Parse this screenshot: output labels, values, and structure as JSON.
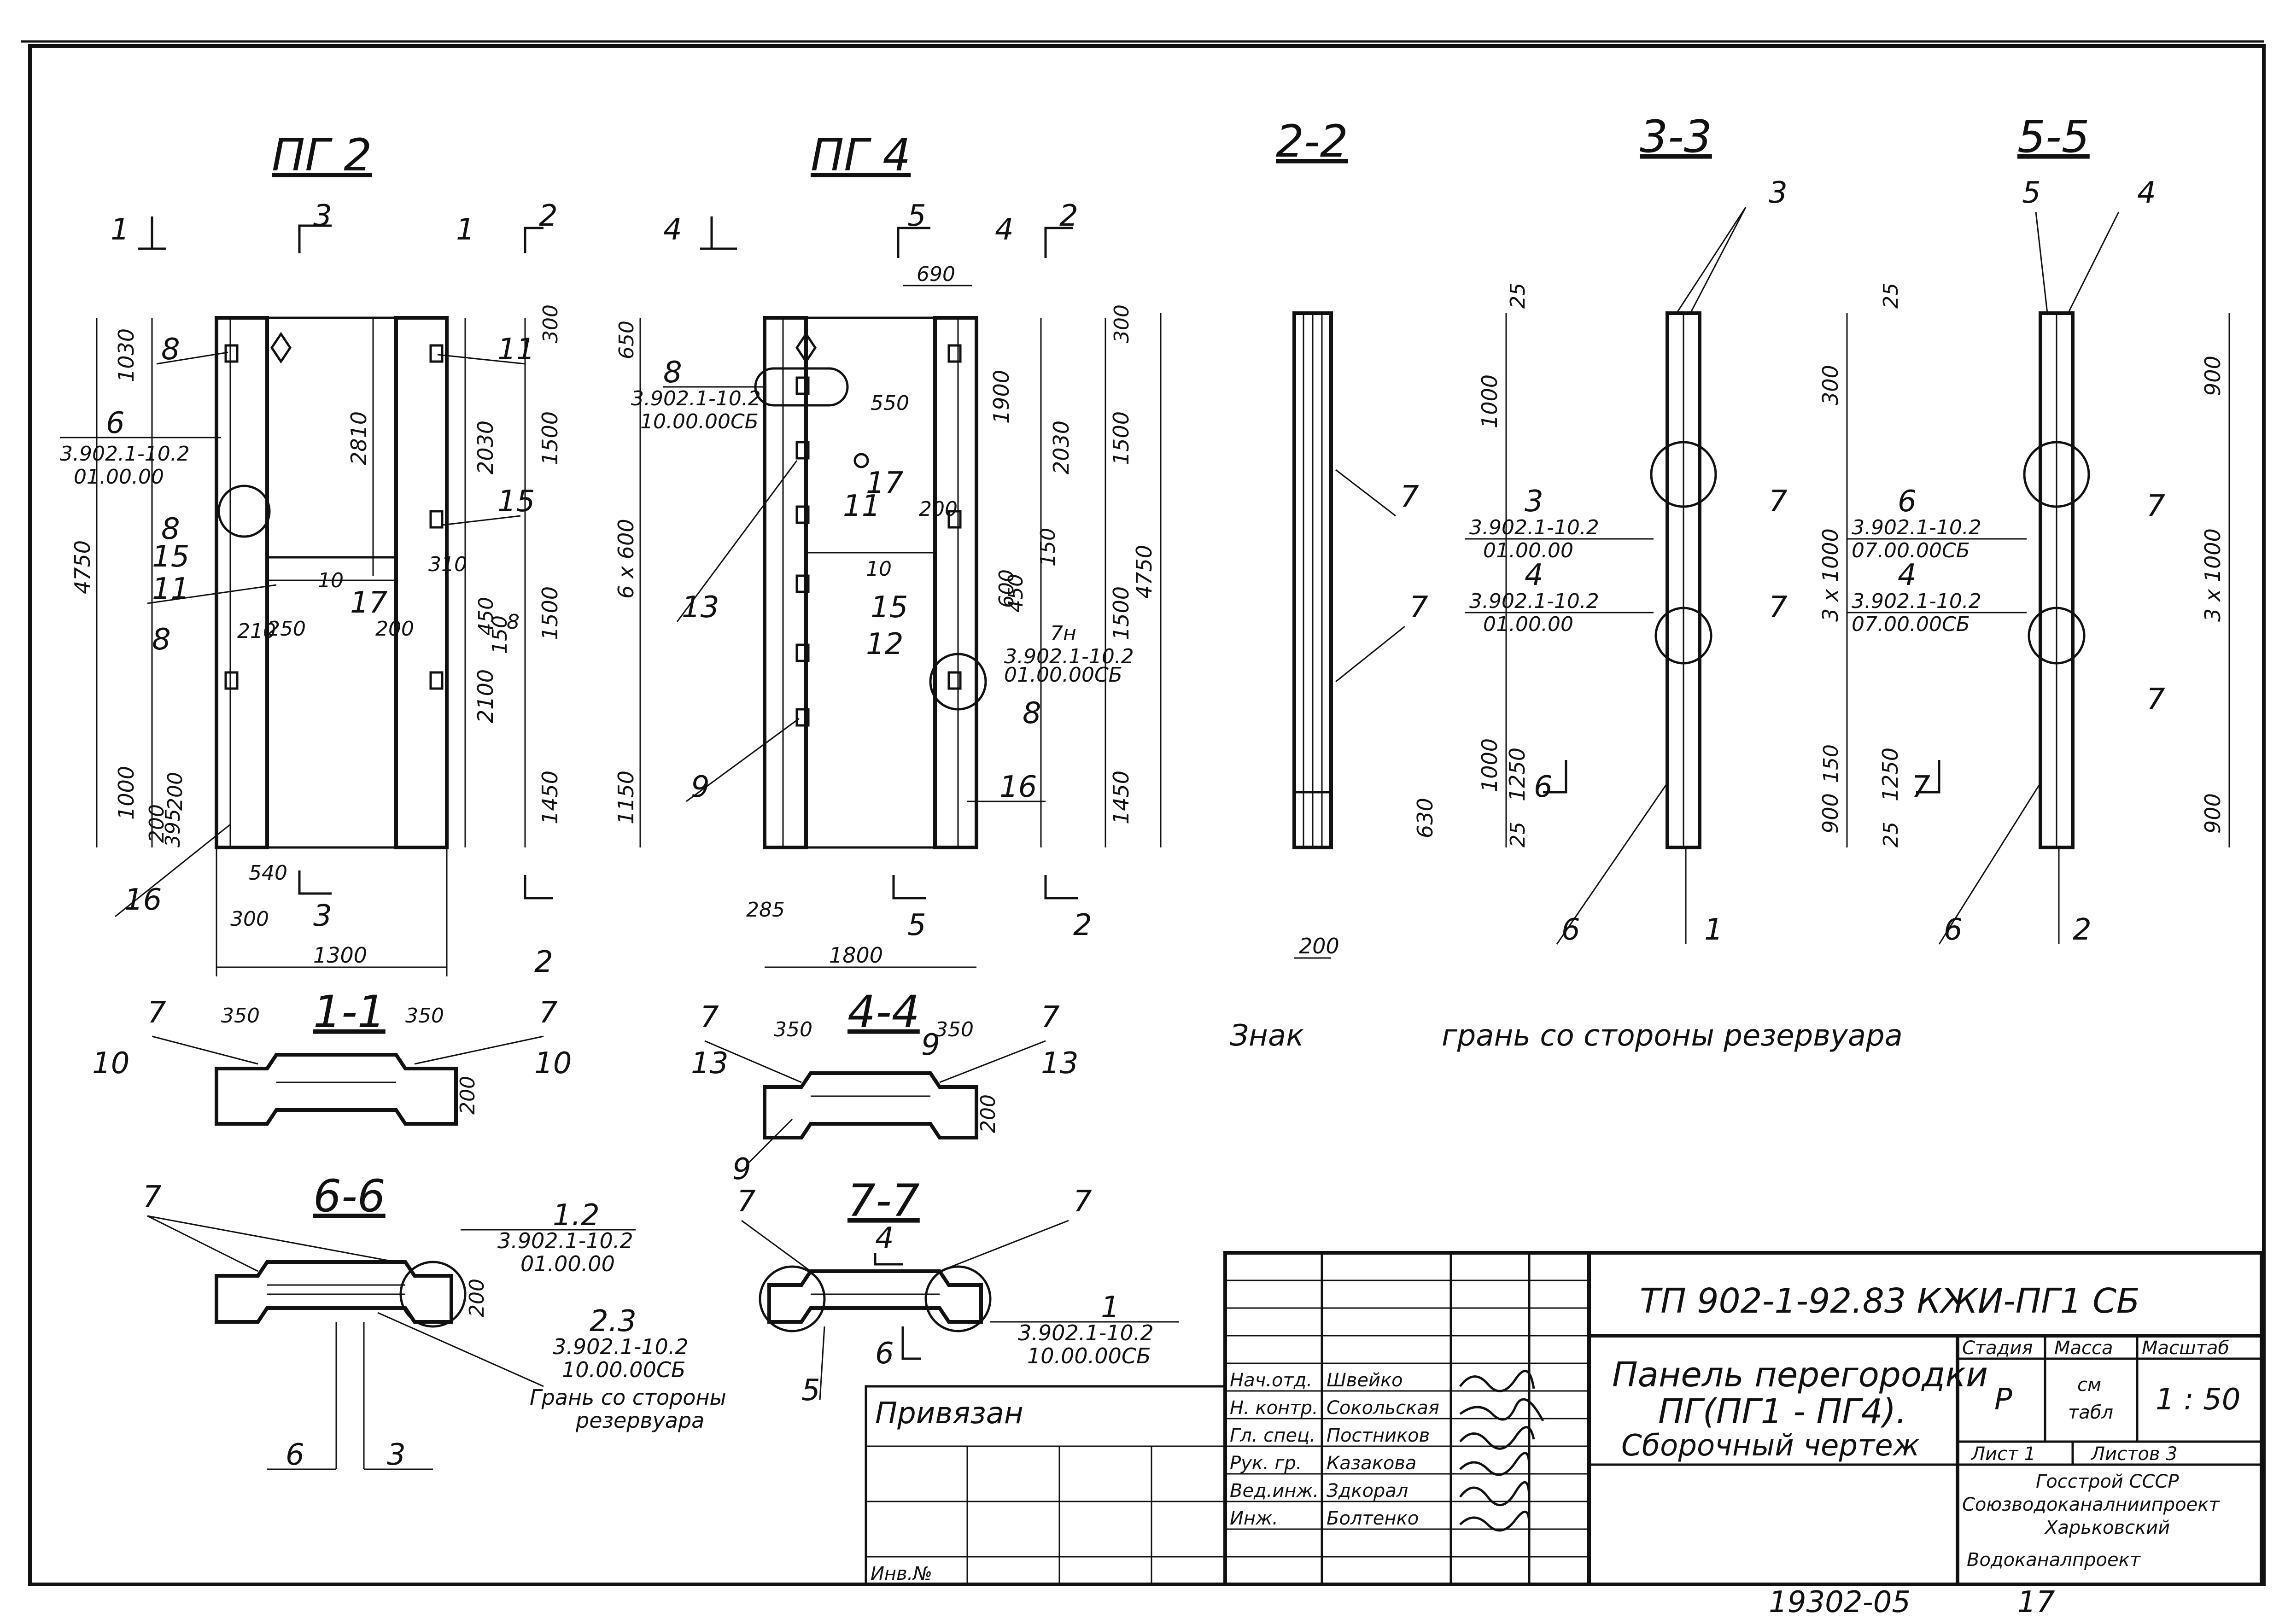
{
  "views": {
    "pg2": {
      "title": "ПГ 2",
      "cut_marks": [
        "1",
        "3",
        "1",
        "2"
      ],
      "dims_left": [
        "1030",
        "4750",
        "1000"
      ],
      "dims_small_left": [
        "200",
        "200",
        "395"
      ],
      "dims_right_inner": [
        "2810",
        "2030",
        "2100"
      ],
      "dims_right": [
        "300",
        "1500",
        "450",
        "150",
        "1500",
        "1450"
      ],
      "dims_mid": [
        "250",
        "200",
        "210",
        "10",
        "310"
      ],
      "dims_bottom": [
        "540",
        "300",
        "1300"
      ],
      "refs": [
        "8",
        "6",
        "8",
        "15",
        "11",
        "8",
        "16",
        "17",
        "15",
        "8",
        "11"
      ],
      "ref_code": [
        "3.902.1-10.2",
        "01.00.00"
      ],
      "bottom_marks": [
        "3",
        "2"
      ]
    },
    "pg4": {
      "title": "ПГ 4",
      "cut_marks": [
        "4",
        "5",
        "4",
        "2"
      ],
      "dims_top": [
        "690"
      ],
      "dims_left": [
        "650",
        "6 x 600",
        "1150"
      ],
      "dims_right_inner": [
        "1900",
        "2030",
        "550",
        "10",
        "11",
        "200",
        "600",
        "150",
        "450"
      ],
      "dims_right": [
        "300",
        "1500",
        "1500",
        "1450"
      ],
      "refs": [
        "8",
        "13",
        "12",
        "15",
        "17",
        "9",
        "16",
        "8",
        "7н"
      ],
      "ref_code_1": [
        "3.902.1-10.2",
        "10.00.00СБ"
      ],
      "ref_code_2": [
        "3.902.1-10.2",
        "01.00.00СБ"
      ],
      "dims_bottom": [
        "285",
        "1800"
      ],
      "bottom_marks": [
        "5",
        "2"
      ]
    },
    "s22": {
      "title": "2-2",
      "dims": [
        "25",
        "1000",
        "4750",
        "1000",
        "630",
        "200"
      ],
      "refs": [
        "7",
        "7"
      ]
    },
    "s33": {
      "title": "3-3",
      "dims": [
        "25",
        "300",
        "3 x 1000",
        "1250",
        "25",
        "150",
        "900"
      ],
      "refs": [
        "3",
        "7",
        "7",
        "6",
        "1",
        "6"
      ],
      "code1": [
        "3",
        "3.902.1-10.2",
        "01.00.00"
      ],
      "code2": [
        "4",
        "3.902.1-10.2",
        "01.00.00"
      ]
    },
    "s55": {
      "title": "5-5",
      "dims": [
        "25",
        "900",
        "3 x 1000",
        "1250",
        "25",
        "900"
      ],
      "refs": [
        "5",
        "4",
        "7",
        "7",
        "6",
        "2",
        "7"
      ],
      "code1": [
        "6",
        "3.902.1-10.2",
        "07.00.00СБ"
      ],
      "code2": [
        "4",
        "3.902.1-10.2",
        "07.00.00СБ"
      ]
    },
    "s11": {
      "title": "1-1",
      "dims": [
        "350",
        "350",
        "200"
      ],
      "refs": [
        "7",
        "7",
        "10",
        "10"
      ]
    },
    "s44": {
      "title": "4-4",
      "dims": [
        "350",
        "350",
        "200"
      ],
      "refs": [
        "7",
        "7",
        "13",
        "13",
        "9",
        "9"
      ]
    },
    "s66": {
      "title": "6-6",
      "dims": [
        "200"
      ],
      "refs": [
        "7",
        "6",
        "3"
      ],
      "code1": [
        "1.2",
        "3.902.1-10.2",
        "01.00.00"
      ],
      "code2": [
        "2.3",
        "3.902.1-10.2",
        "10.00.00СБ"
      ],
      "note": [
        "Грань со стороны",
        "резервуара"
      ]
    },
    "s77": {
      "title": "7-7",
      "refs": [
        "7",
        "7",
        "4",
        "5",
        "6"
      ],
      "code1": [
        "1",
        "3.902.1-10.2",
        "10.00.00СБ"
      ]
    }
  },
  "legend": {
    "sign": "Знак",
    "text": "грань со стороны резервуара"
  },
  "title_block": {
    "doc_code": "ТП 902-1-92.83 КЖИ-ПГ1 СБ",
    "title_lines": [
      "Панель перегородки",
      "ПГ(ПГ1 - ПГ4).",
      "Сборочный чертеж"
    ],
    "stage_header": "Стадия",
    "mass_header": "Масса",
    "scale_header": "Масштаб",
    "stage": "Р",
    "mass": [
      "см",
      "табл"
    ],
    "scale": "1 : 50",
    "sheet": "Лист 1",
    "sheets": "Листов 3",
    "org": [
      "Госстрой СССР",
      "Союзводоканалниипроект",
      "Харьковский",
      "Водоканалпроект"
    ],
    "attached": "Привязан",
    "inv": "Инв.№",
    "roles": [
      "Нач.отд.",
      "Н. контр.",
      "Гл. спец.",
      "Рук. гр.",
      "Вед.инж.",
      "Инж."
    ],
    "names": [
      "Швейко",
      "Сокольская",
      "Постников",
      "Казакова",
      "Здкорал",
      "Болтенко"
    ],
    "footer_code": "19302-05",
    "footer_page": "17"
  }
}
